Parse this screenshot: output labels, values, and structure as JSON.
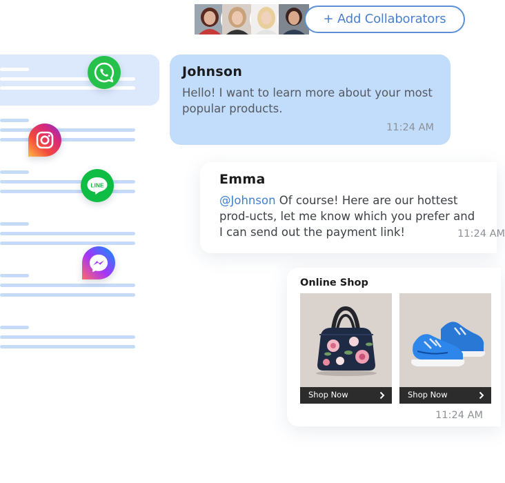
{
  "header": {
    "collaborators": [
      {
        "name": "avatar-1",
        "bg": "#9aa5b0",
        "hair": "#5a2a20",
        "skin": "#e0b49a",
        "top": "#c73a3a"
      },
      {
        "name": "avatar-2",
        "bg": "#d7cfc7",
        "hair": "#c8a27a",
        "skin": "#ecc8b0",
        "top": "#333333"
      },
      {
        "name": "avatar-3",
        "bg": "#f2f0ee",
        "hair": "#e8cf9c",
        "skin": "#f0d2bd",
        "top": "#eeeeee"
      },
      {
        "name": "avatar-4",
        "bg": "#7e8790",
        "hair": "#3b2320",
        "skin": "#d9a98c",
        "top": "#2f3d55"
      }
    ],
    "add_collaborators_label": "+ Add Collaborators"
  },
  "channels": [
    {
      "name": "whatsapp",
      "icon": "whatsapp-icon",
      "color": "#25c14b"
    },
    {
      "name": "instagram",
      "icon": "instagram-icon",
      "color": "#e1306c"
    },
    {
      "name": "line",
      "icon": "line-icon",
      "color": "#06c755",
      "label": "LINE"
    },
    {
      "name": "messenger",
      "icon": "messenger-icon",
      "color": "#8a3ff0"
    }
  ],
  "messages": [
    {
      "sender": "Johnson",
      "text": "Hello! I want to learn more about your most popular products.",
      "time": "11:24 AM"
    },
    {
      "sender": "Emma",
      "mention": "@Johnson",
      "text": " Of course! Here are our hottest prod-ucts, let me know which you prefer and I can send out the payment link!",
      "time": "11:24 AM"
    }
  ],
  "shop": {
    "title": "Online Shop",
    "products": [
      {
        "name": "floral-bag",
        "cta": "Shop Now"
      },
      {
        "name": "blue-sneakers",
        "cta": "Shop Now"
      }
    ],
    "time": "11:24 AM"
  },
  "colors": {
    "accent": "#4a7fcf",
    "bubble_in": "#c2dcfb",
    "list_bar": "#c6dbf8",
    "active_item": "#dce9fd"
  }
}
